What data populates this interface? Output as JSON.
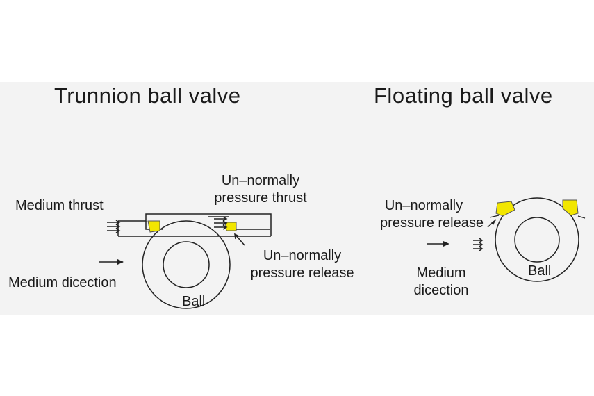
{
  "trunnion": {
    "title": "Trunnion ball valve",
    "medium_thrust": "Medium thrust",
    "unnormally_thrust_line1": "Un–normally",
    "unnormally_thrust_line2": "pressure thrust",
    "unnormally_release_line1": "Un–normally",
    "unnormally_release_line2": "pressure release",
    "medium_direction": "Medium dicection",
    "ball": "Ball"
  },
  "floating": {
    "title": "Floating ball valve",
    "unnormally_release_line1": "Un–normally",
    "unnormally_release_line2": "pressure release",
    "medium_line1": "Medium",
    "medium_line2": "dicection",
    "ball": "Ball"
  },
  "colors": {
    "seat": "#f2e600",
    "line": "#222222",
    "panel": "#f3f3f3"
  }
}
